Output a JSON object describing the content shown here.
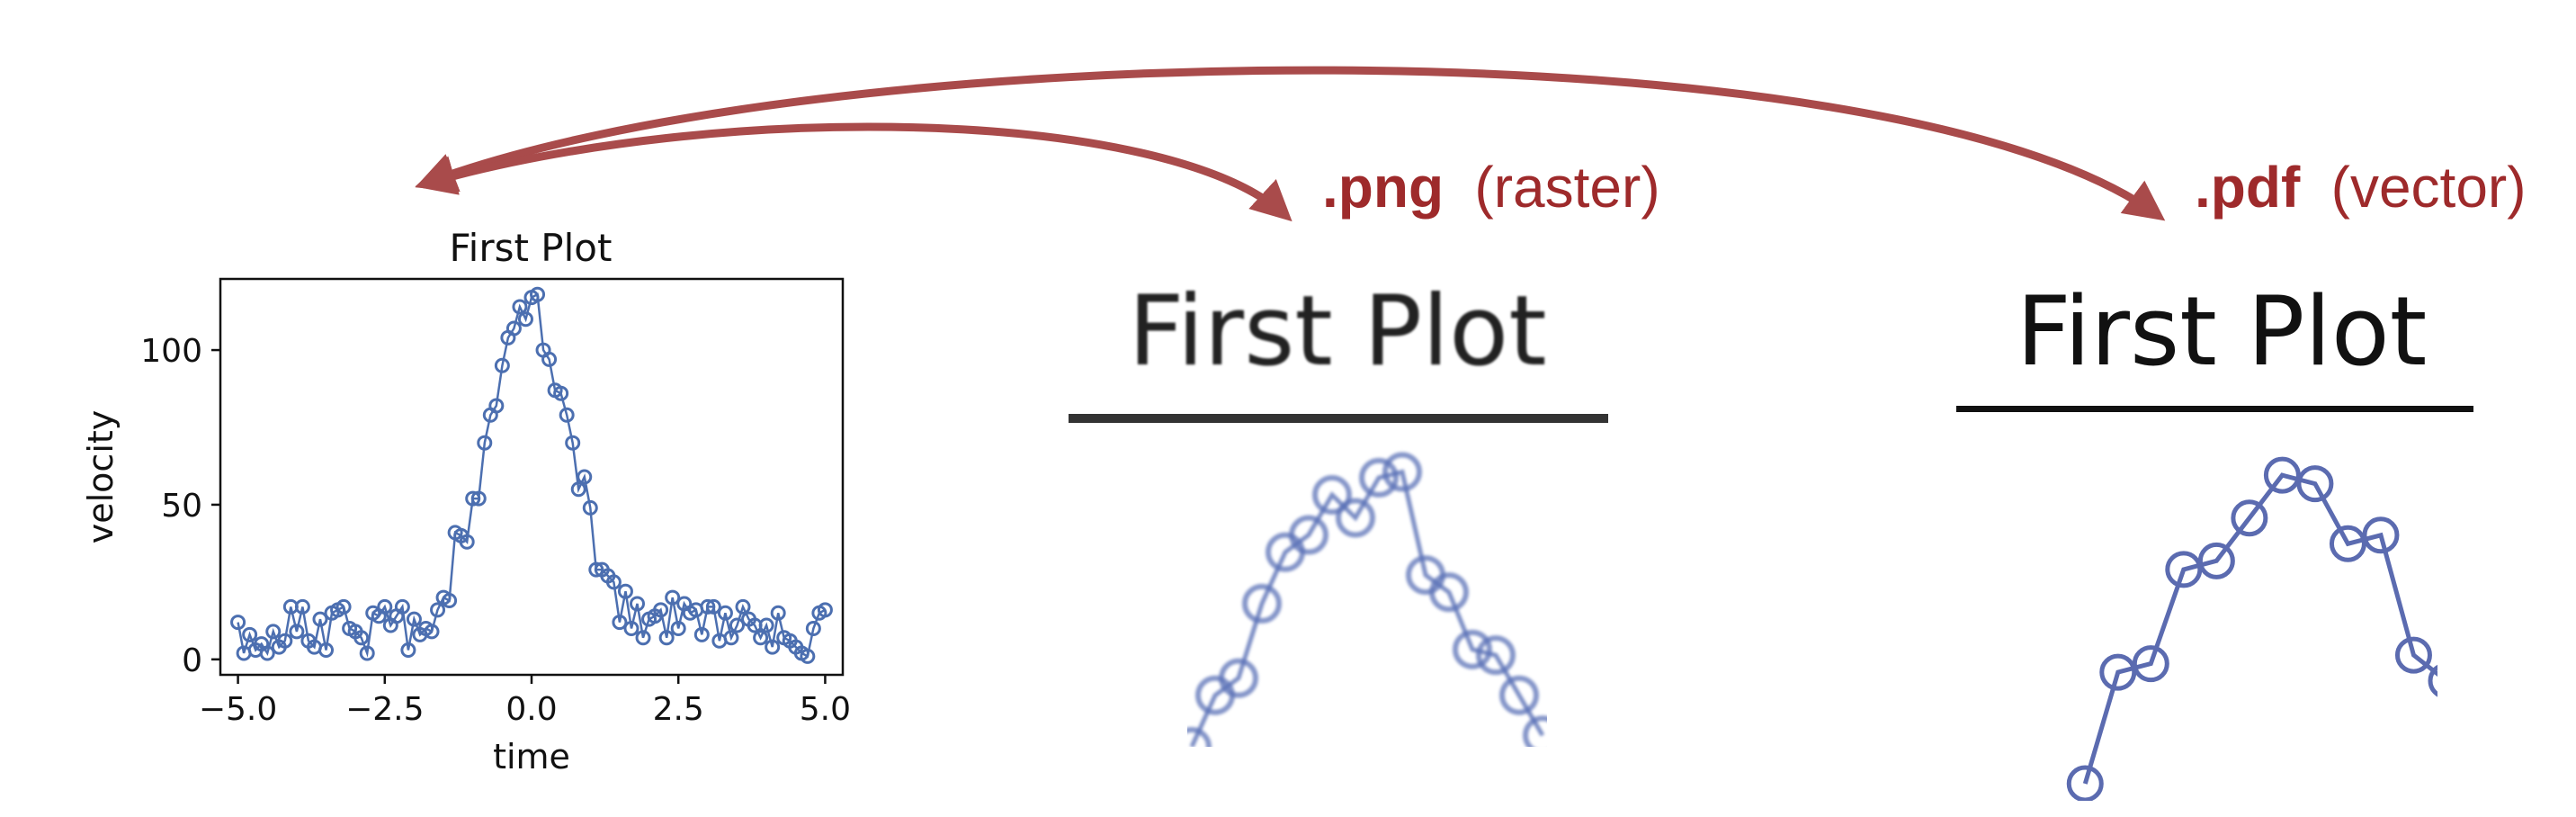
{
  "annotations": {
    "png_ext": ".png",
    "png_desc": "(raster)",
    "pdf_ext": ".pdf",
    "pdf_desc": "(vector)",
    "arrow_color": "#a94b4b",
    "label_color": "#9e2a2b"
  },
  "chart_data": [
    {
      "type": "line",
      "title": "First Plot",
      "xlabel": "time",
      "ylabel": "velocity",
      "xlim": [
        -5.3,
        5.3
      ],
      "ylim": [
        -5,
        123
      ],
      "xticks": [
        -5.0,
        -2.5,
        0.0,
        2.5,
        5.0
      ],
      "xtick_labels": [
        "−5.0",
        "−2.5",
        "0.0",
        "2.5",
        "5.0"
      ],
      "yticks": [
        0,
        50,
        100
      ],
      "ytick_labels": [
        "0",
        "50",
        "100"
      ],
      "marker": "open-circle",
      "series_color": "#4c6fb0",
      "x": [
        -5.0,
        -4.9,
        -4.8,
        -4.7,
        -4.6,
        -4.5,
        -4.4,
        -4.3,
        -4.2,
        -4.1,
        -4.0,
        -3.9,
        -3.8,
        -3.7,
        -3.6,
        -3.5,
        -3.4,
        -3.3,
        -3.2,
        -3.1,
        -3.0,
        -2.9,
        -2.8,
        -2.7,
        -2.6,
        -2.5,
        -2.4,
        -2.3,
        -2.2,
        -2.1,
        -2.0,
        -1.9,
        -1.8,
        -1.7,
        -1.6,
        -1.5,
        -1.4,
        -1.3,
        -1.2,
        -1.1,
        -1.0,
        -0.9,
        -0.8,
        -0.7,
        -0.6,
        -0.5,
        -0.4,
        -0.3,
        -0.2,
        -0.1,
        0.0,
        0.1,
        0.2,
        0.3,
        0.4,
        0.5,
        0.6,
        0.7,
        0.8,
        0.9,
        1.0,
        1.1,
        1.2,
        1.3,
        1.4,
        1.5,
        1.6,
        1.7,
        1.8,
        1.9,
        2.0,
        2.1,
        2.2,
        2.3,
        2.4,
        2.5,
        2.6,
        2.7,
        2.8,
        2.9,
        3.0,
        3.1,
        3.2,
        3.3,
        3.4,
        3.5,
        3.6,
        3.7,
        3.8,
        3.9,
        4.0,
        4.1,
        4.2,
        4.3,
        4.4,
        4.5,
        4.6,
        4.7,
        4.8,
        4.9,
        5.0
      ],
      "y": [
        12,
        2,
        8,
        3,
        5,
        2,
        9,
        4,
        6,
        17,
        9,
        17,
        6,
        4,
        13,
        3,
        15,
        16,
        17,
        10,
        9,
        7,
        2,
        15,
        14,
        17,
        11,
        14,
        17,
        3,
        13,
        8,
        10,
        9,
        16,
        20,
        19,
        41,
        40,
        38,
        52,
        52,
        70,
        79,
        82,
        95,
        104,
        107,
        114,
        110,
        117,
        118,
        100,
        97,
        87,
        86,
        79,
        70,
        55,
        59,
        49,
        29,
        29,
        27,
        25,
        12,
        22,
        10,
        18,
        7,
        13,
        14,
        16,
        7,
        20,
        10,
        18,
        15,
        16,
        8,
        17,
        17,
        6,
        15,
        7,
        11,
        17,
        13,
        11,
        7,
        11,
        4,
        15,
        7,
        6,
        4,
        2,
        1,
        10,
        15,
        16
      ]
    },
    {
      "type": "line",
      "title": "First Plot",
      "render": "raster",
      "xlim": [
        -0.6,
        0.9
      ],
      "ylim": [
        70,
        125
      ],
      "series_color": "#5b72b7",
      "x": [
        -0.6,
        -0.5,
        -0.4,
        -0.3,
        -0.2,
        -0.1,
        0.0,
        0.1,
        0.2,
        0.3,
        0.4,
        0.5,
        0.6,
        0.7,
        0.8,
        0.9
      ],
      "y": [
        70,
        79,
        82,
        95,
        104,
        107,
        114,
        110,
        117,
        118,
        100,
        97,
        87,
        86,
        79,
        72
      ]
    },
    {
      "type": "line",
      "title": "First Plot",
      "render": "vector",
      "xlim": [
        -0.55,
        0.6
      ],
      "ylim": [
        80,
        122
      ],
      "series_color": "#5b6bb0",
      "x": [
        -0.5,
        -0.4,
        -0.3,
        -0.2,
        -0.1,
        0.0,
        0.1,
        0.2,
        0.3,
        0.4,
        0.5,
        0.6
      ],
      "y": [
        82,
        95,
        96,
        107,
        108,
        113,
        118,
        117,
        110,
        111,
        97,
        94
      ]
    }
  ]
}
